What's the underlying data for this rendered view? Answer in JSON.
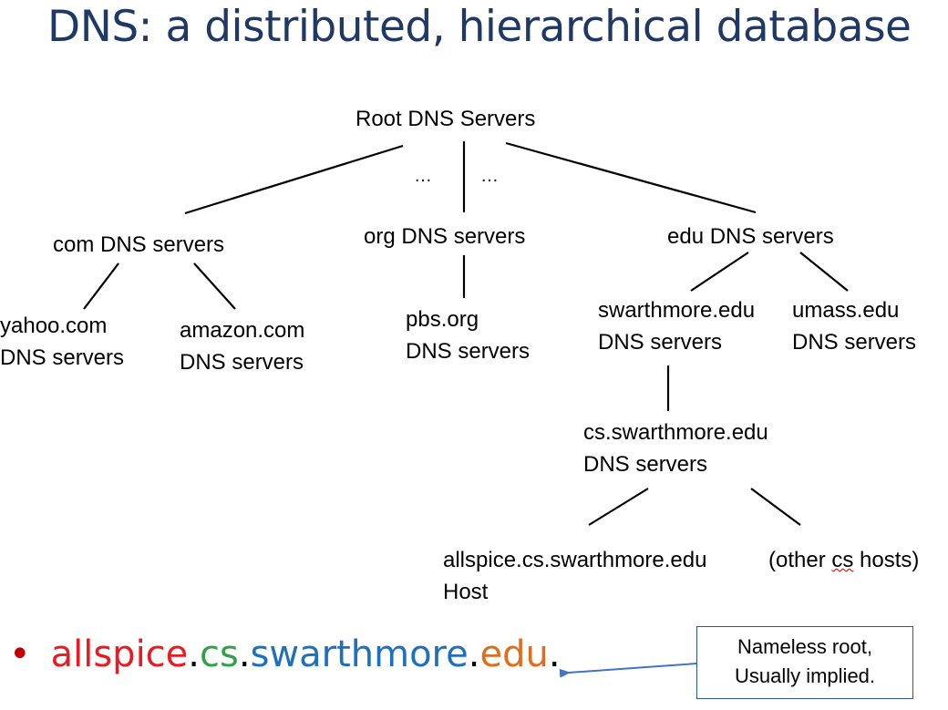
{
  "title": "DNS: a distributed, hierarchical database",
  "tree": {
    "root": "Root DNS Servers",
    "ellipsis_left": "…",
    "ellipsis_right": "…",
    "com": "com DNS servers",
    "org": "org DNS servers",
    "edu": "edu DNS servers",
    "yahoo": [
      "yahoo.com",
      "DNS servers"
    ],
    "amazon": [
      "amazon.com",
      "DNS servers"
    ],
    "pbs": [
      "pbs.org",
      "DNS servers"
    ],
    "swarthmore": [
      "swarthmore.edu",
      "DNS servers"
    ],
    "umass": [
      "umass.edu",
      "DNS servers"
    ],
    "cs_swarthmore": [
      "cs.swarthmore.edu",
      "DNS servers"
    ],
    "allspice": [
      "allspice.cs.swarthmore.edu",
      "Host"
    ],
    "other_cs": {
      "prefix": "(other ",
      "underlined": "cs",
      "suffix": " hosts)"
    }
  },
  "bullet": {
    "symbol": "•",
    "parts": [
      {
        "text": "allspice",
        "color": "#e81b23"
      },
      {
        "text": ".",
        "color": "#000000"
      },
      {
        "text": "cs",
        "color": "#33a047"
      },
      {
        "text": ".",
        "color": "#000000"
      },
      {
        "text": "swarthmore",
        "color": "#1f6fbf"
      },
      {
        "text": ".",
        "color": "#000000"
      },
      {
        "text": "edu",
        "color": "#e06c1f"
      },
      {
        "text": ".",
        "color": "#000000"
      }
    ]
  },
  "callout": [
    "Nameless root,",
    "Usually implied."
  ],
  "colors": {
    "title": "#1f3864",
    "arrow": "#4472c4",
    "callout_border": "#2f5597"
  }
}
